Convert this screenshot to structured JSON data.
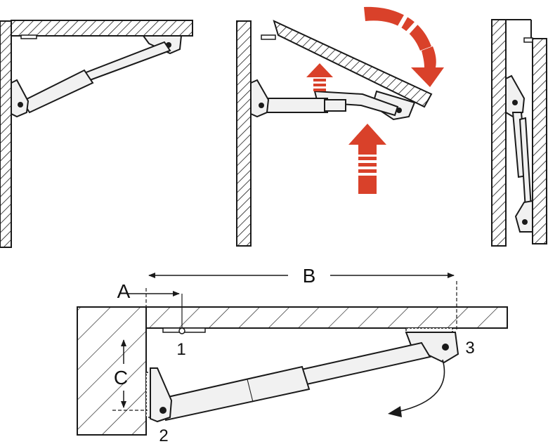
{
  "colors": {
    "ink": "#1a1a1a",
    "paper": "#ffffff",
    "strut": "#f1f1f1",
    "arrow": "#d9412a"
  },
  "icons": {
    "push_up": "arrow-up-icon",
    "press_up": "arrow-up-icon",
    "rotate": "curved-arrow-icon",
    "swing": "curved-arrow-icon"
  },
  "labels": {
    "A": "A",
    "B": "B",
    "C": "C",
    "p1": "1",
    "p2": "2",
    "p3": "3"
  }
}
